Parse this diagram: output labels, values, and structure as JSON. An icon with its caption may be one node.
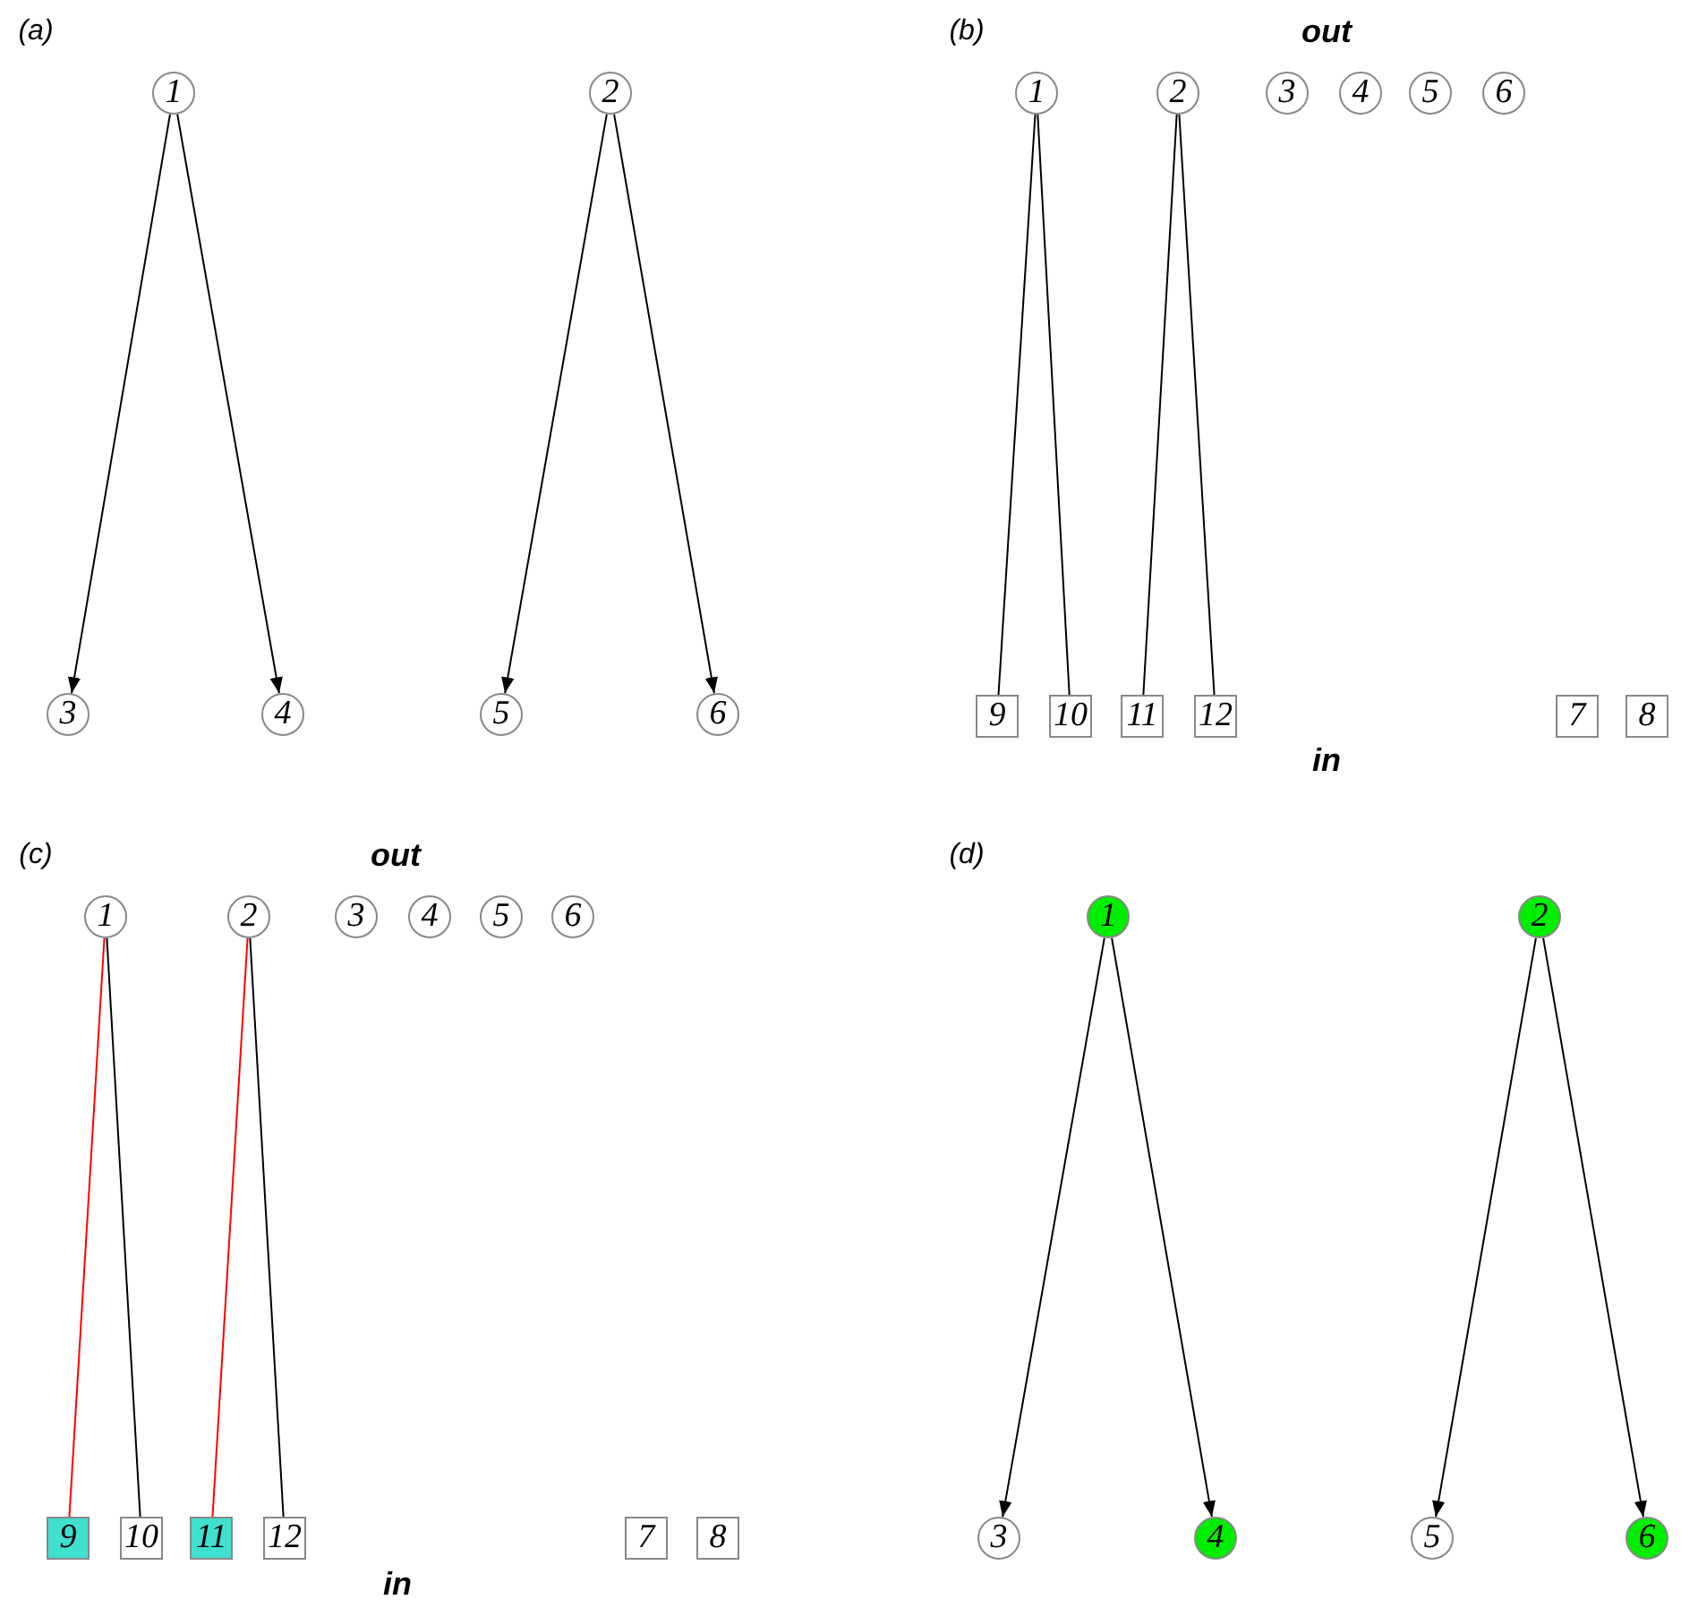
{
  "diagram": {
    "nodes": [
      {
        "text": [
          "1"
        ]
      },
      {
        "text": [
          "2"
        ]
      },
      {
        "text": [
          "3"
        ]
      },
      {
        "text": [
          "4"
        ]
      },
      {
        "text": [
          "5"
        ]
      },
      {
        "text": [
          "6"
        ]
      },
      {
        "text": [
          "1"
        ]
      },
      {
        "text": [
          "2"
        ]
      },
      {
        "text": [
          "3"
        ]
      },
      {
        "text": [
          "4"
        ]
      },
      {
        "text": [
          "5"
        ]
      },
      {
        "text": [
          "6"
        ]
      },
      {
        "text": [
          "9"
        ]
      },
      {
        "text": [
          "10"
        ]
      },
      {
        "text": [
          "11"
        ]
      },
      {
        "text": [
          "12"
        ]
      },
      {
        "text": [
          "7"
        ]
      },
      {
        "text": [
          "8"
        ]
      },
      {
        "text": [
          "1"
        ]
      },
      {
        "text": [
          "2"
        ]
      },
      {
        "text": [
          "3"
        ]
      },
      {
        "text": [
          "4"
        ]
      },
      {
        "text": [
          "5"
        ]
      },
      {
        "text": [
          "6"
        ]
      },
      {
        "text": [
          "9"
        ]
      },
      {
        "text": [
          "10"
        ]
      },
      {
        "text": [
          "11"
        ]
      },
      {
        "text": [
          "12"
        ]
      },
      {
        "text": [
          "7"
        ]
      },
      {
        "text": [
          "8"
        ]
      },
      {
        "text": [
          "1"
        ]
      },
      {
        "text": [
          "2"
        ]
      },
      {
        "text": [
          "3"
        ]
      },
      {
        "text": [
          "4"
        ]
      },
      {
        "text": [
          "5"
        ]
      },
      {
        "text": [
          "6"
        ]
      }
    ],
    "edges": [
      {
        "from": 0,
        "to": 2,
        "arrow": "to"
      },
      {
        "from": 0,
        "to": 3,
        "arrow": "to"
      },
      {
        "from": 1,
        "to": 4,
        "arrow": "to"
      },
      {
        "from": 1,
        "to": 5,
        "arrow": "to"
      },
      {
        "from": 6,
        "to": 12,
        "arrow": "none"
      },
      {
        "from": 6,
        "to": 13,
        "arrow": "none"
      },
      {
        "from": 7,
        "to": 14,
        "arrow": "none"
      },
      {
        "from": 7,
        "to": 15,
        "arrow": "none"
      },
      {
        "from": 18,
        "to": 24,
        "arrow": "none",
        "color": "#ff0000"
      },
      {
        "from": 18,
        "to": 25,
        "arrow": "none"
      },
      {
        "from": 19,
        "to": 26,
        "arrow": "none",
        "color": "#ff0000"
      },
      {
        "from": 19,
        "to": 27,
        "arrow": "none"
      },
      {
        "from": 30,
        "to": 32,
        "arrow": "to"
      },
      {
        "from": 30,
        "to": 33,
        "arrow": "to"
      },
      {
        "from": 31,
        "to": 34,
        "arrow": "to"
      },
      {
        "from": 31,
        "to": 35,
        "arrow": "to"
      }
    ],
    "labels": [
      "(a)",
      "(b)",
      "out",
      "in",
      "(c)",
      "out",
      "(d)",
      "in"
    ]
  }
}
